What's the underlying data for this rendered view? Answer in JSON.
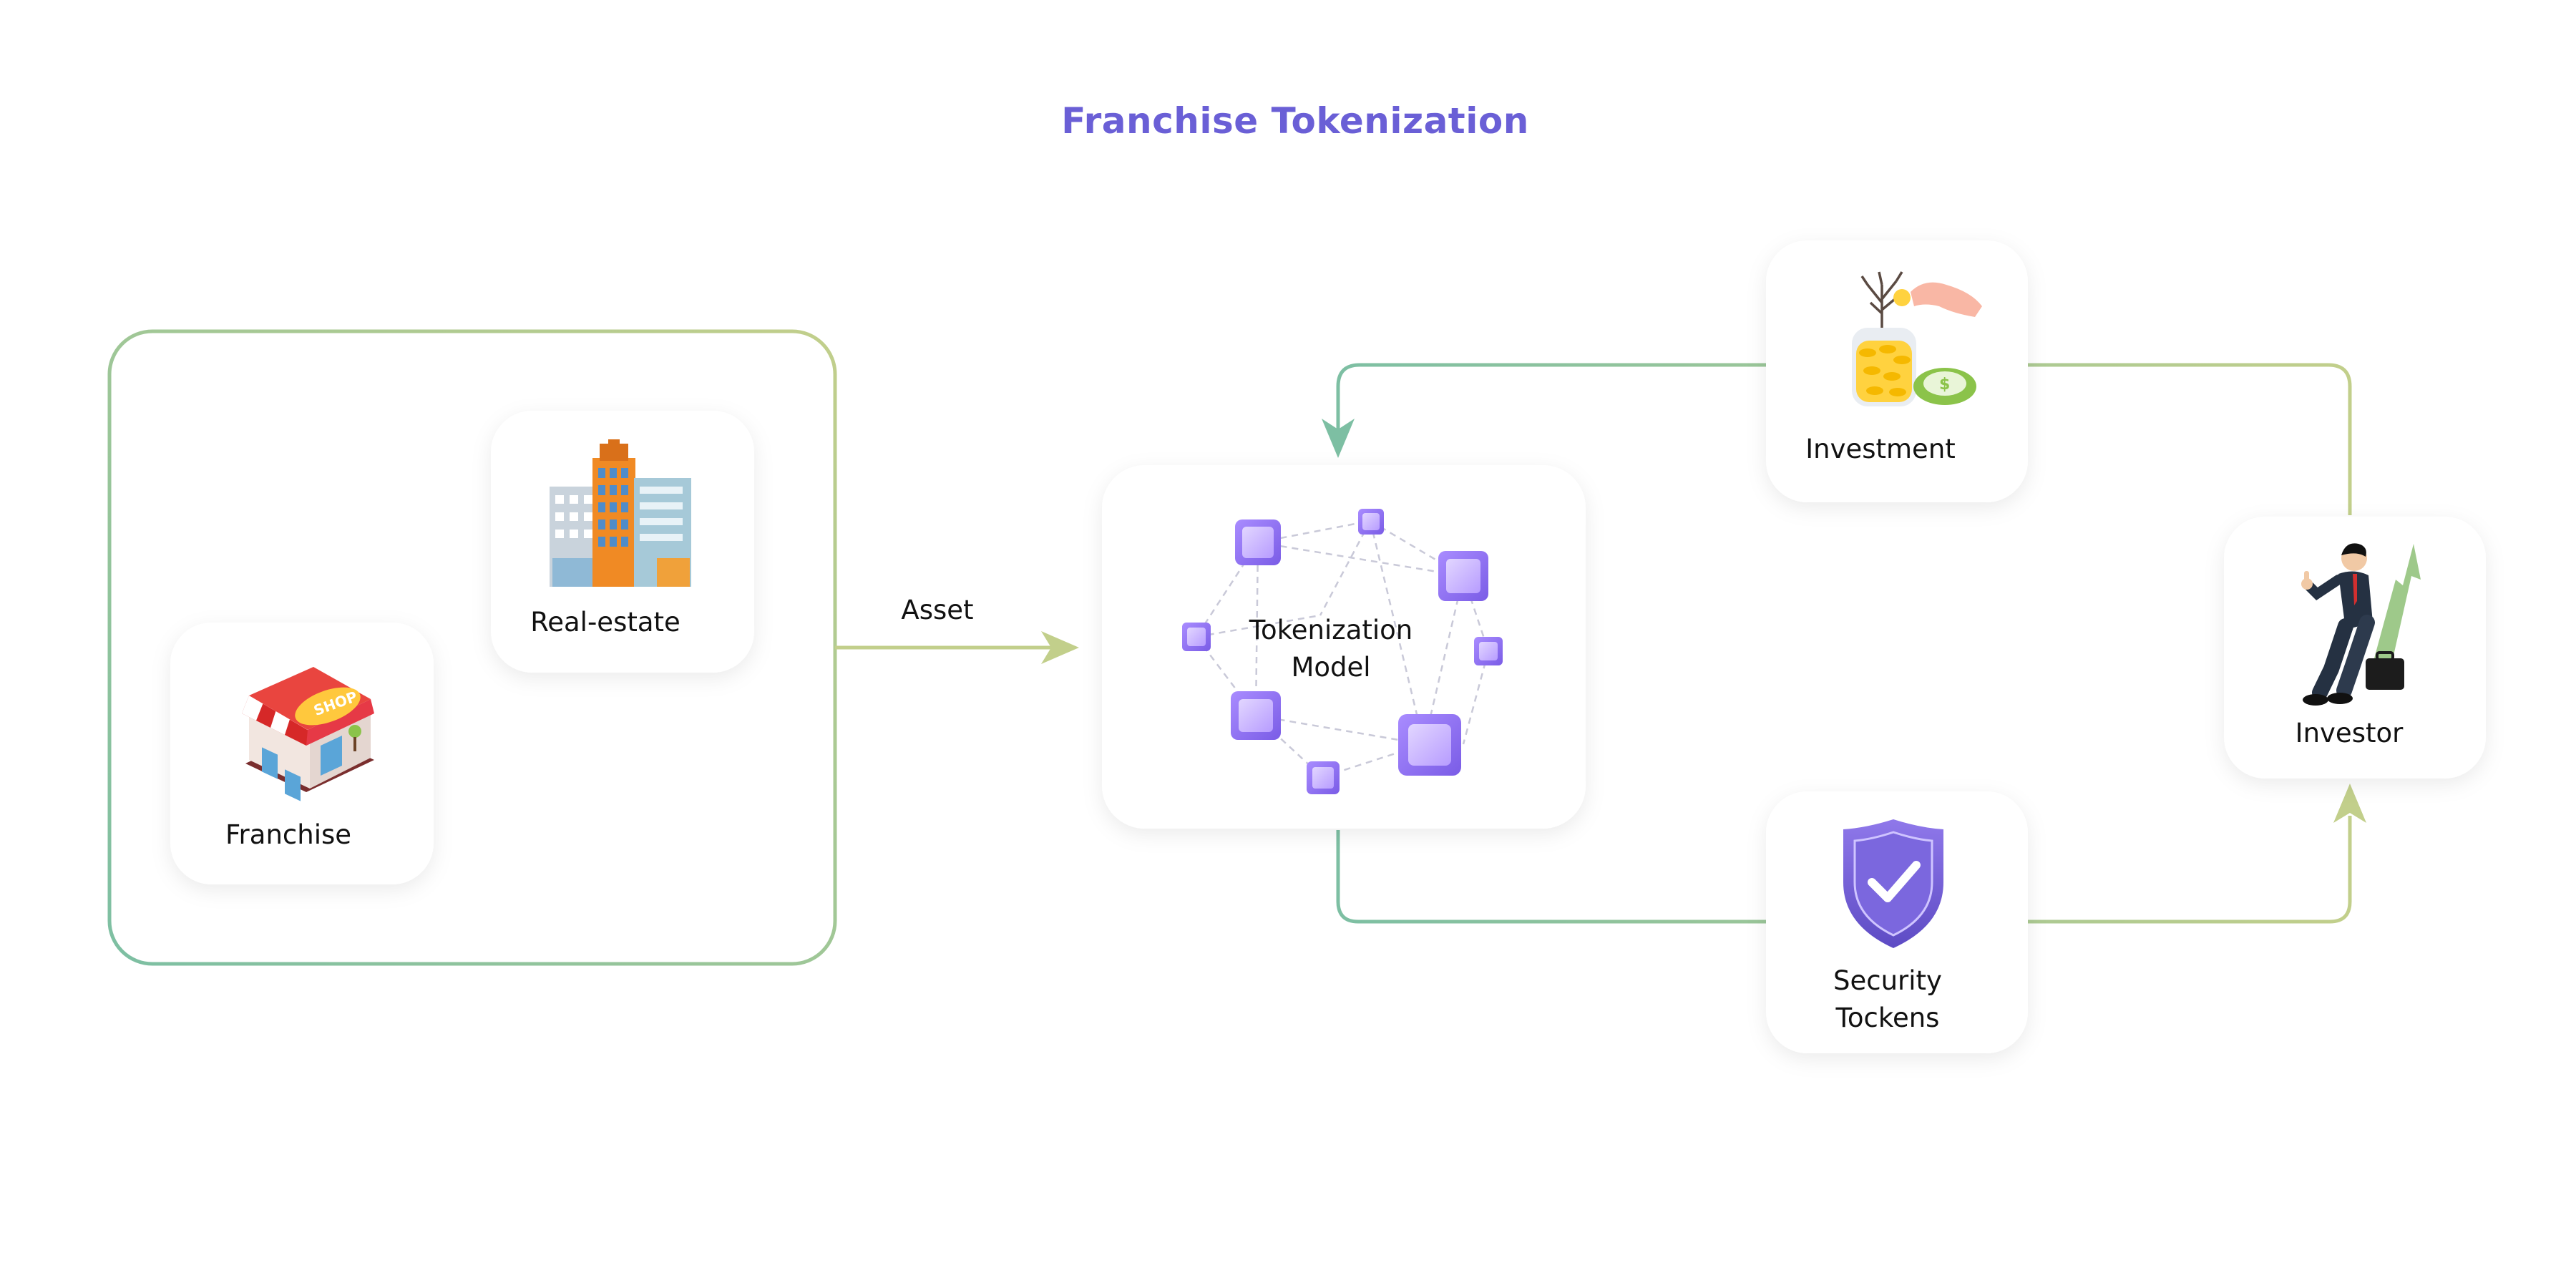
{
  "title": "Franchise Tokenization",
  "labels": {
    "franchise": "Franchise",
    "real_estate": "Real-estate",
    "asset": "Asset",
    "tokenization_line1": "Tokenization",
    "tokenization_line2": "Model",
    "investment": "Investment",
    "investor": "Investor",
    "security_line1": "Security",
    "security_line2": "Tockens"
  },
  "icons": {
    "franchise": "shop-icon",
    "real_estate": "buildings-icon",
    "tokenization": "blockchain-network-icon",
    "investment": "coin-jar-plant-icon",
    "investor": "businessman-icon",
    "security": "shield-check-icon"
  },
  "colors": {
    "title": "#6a5fd6",
    "connector_teal": "#7dbfa3",
    "connector_olive": "#c2cf8b",
    "token": "#9a7df0"
  }
}
